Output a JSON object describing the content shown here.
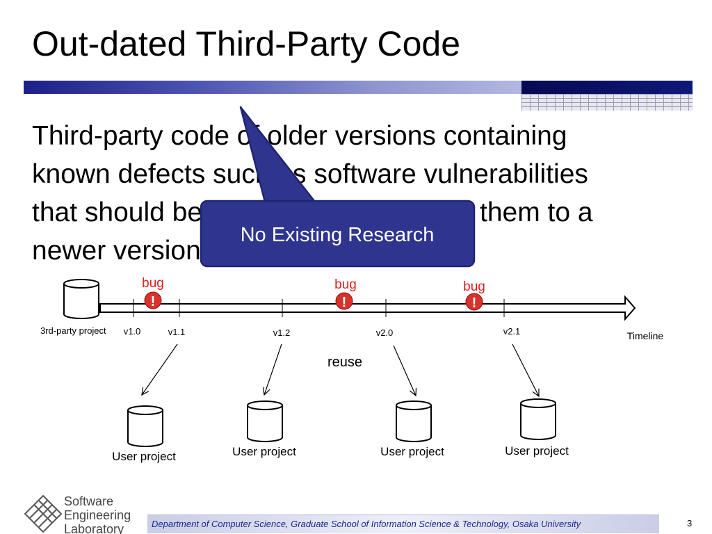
{
  "slide": {
    "title": "Out-dated Third-Party Code",
    "body_lines": [
      "Third-party code of older versions containing",
      "known defects such as software vulnerabilities",
      "that should be updated by upgrading them to a",
      "newer version"
    ],
    "callout": "No Existing Research",
    "page_number": "3"
  },
  "diagram": {
    "source_label": "3rd-party project",
    "timeline_label": "Timeline",
    "bug_label": "bug",
    "bug_badge": "!",
    "reuse_label": "reuse",
    "versions": [
      "v1.0",
      "v1.1",
      "v1.2",
      "v2.0",
      "v2.1"
    ],
    "user_projects": [
      "User project",
      "User project",
      "User project",
      "User project"
    ]
  },
  "footer": {
    "department": "Department of Computer Science, Graduate School of Information Science & Technology, Osaka University",
    "logo_text": [
      "Software",
      "Engineering",
      "Laboratory"
    ]
  },
  "colors": {
    "title_bar": "#2d3192",
    "callout_fill": "#2f358f",
    "bug_text": "#e0201e",
    "bug_badge": "#d9322c",
    "footer_text": "#1d2a8a"
  }
}
